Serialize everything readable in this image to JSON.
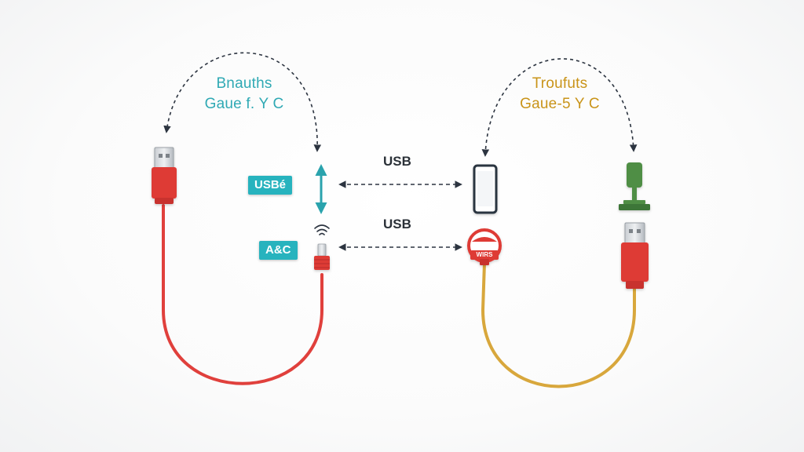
{
  "left_group": {
    "title_line1": "Bnauths",
    "title_line2": "Gaue f. Y C",
    "title_color": "#2fa9b4",
    "tag_top": "USBé",
    "tag_bottom": "A&C",
    "tag_color": "#27b3be",
    "cable_color": "#e0403c",
    "connector_color": "#de3b36",
    "arrow_color": "#2aa3ad",
    "icon": "wifi-icon"
  },
  "right_group": {
    "title_line1": "Troufuts",
    "title_line2": "Gaue-5 Y C",
    "title_color": "#c99419",
    "cable_color": "#d8a73c",
    "connector_color": "#de3b36",
    "adapter_color": "#4f8e44",
    "badge_text": "WIRS",
    "icon": "smartphone-icon"
  },
  "links": [
    {
      "label": "USB"
    },
    {
      "label": "USB"
    }
  ]
}
